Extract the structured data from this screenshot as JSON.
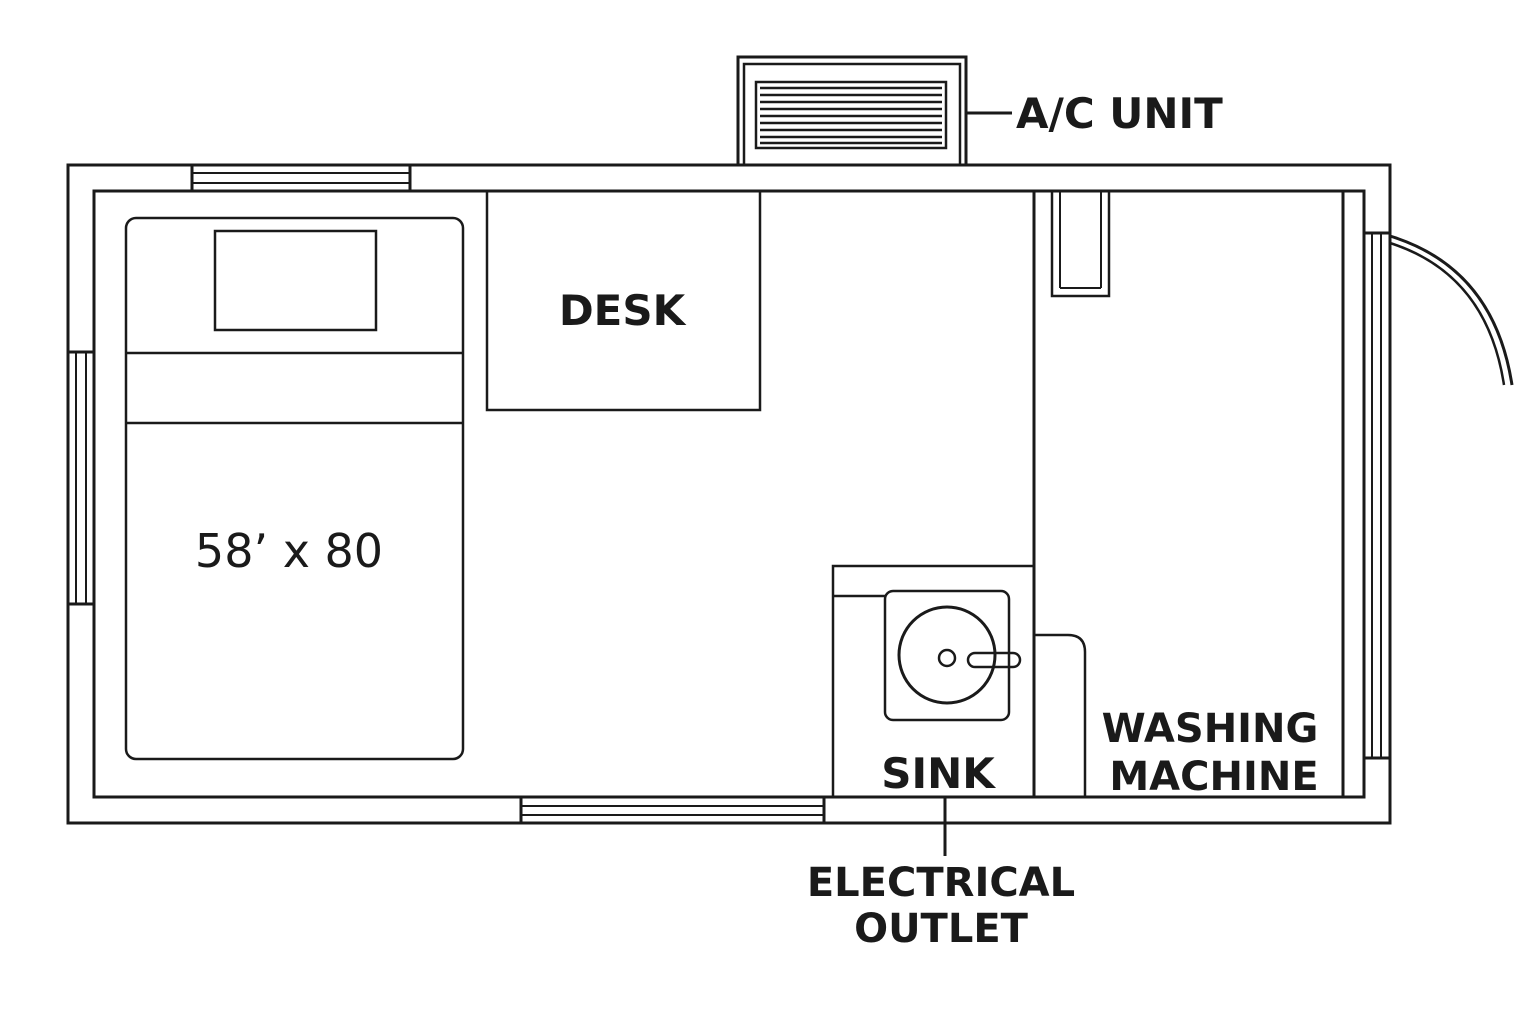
{
  "labels": {
    "ac_unit": "A/C UNIT",
    "desk": "DESK",
    "bed_size": "58’ x 80",
    "sink": "SINK",
    "washing_line1": "WASHING",
    "washing_line2": "MACHINE",
    "outlet_line1": "ELECTRICAL",
    "outlet_line2": "OUTLET"
  },
  "colors": {
    "ink": "#1a1a1a",
    "background": "#ffffff"
  }
}
